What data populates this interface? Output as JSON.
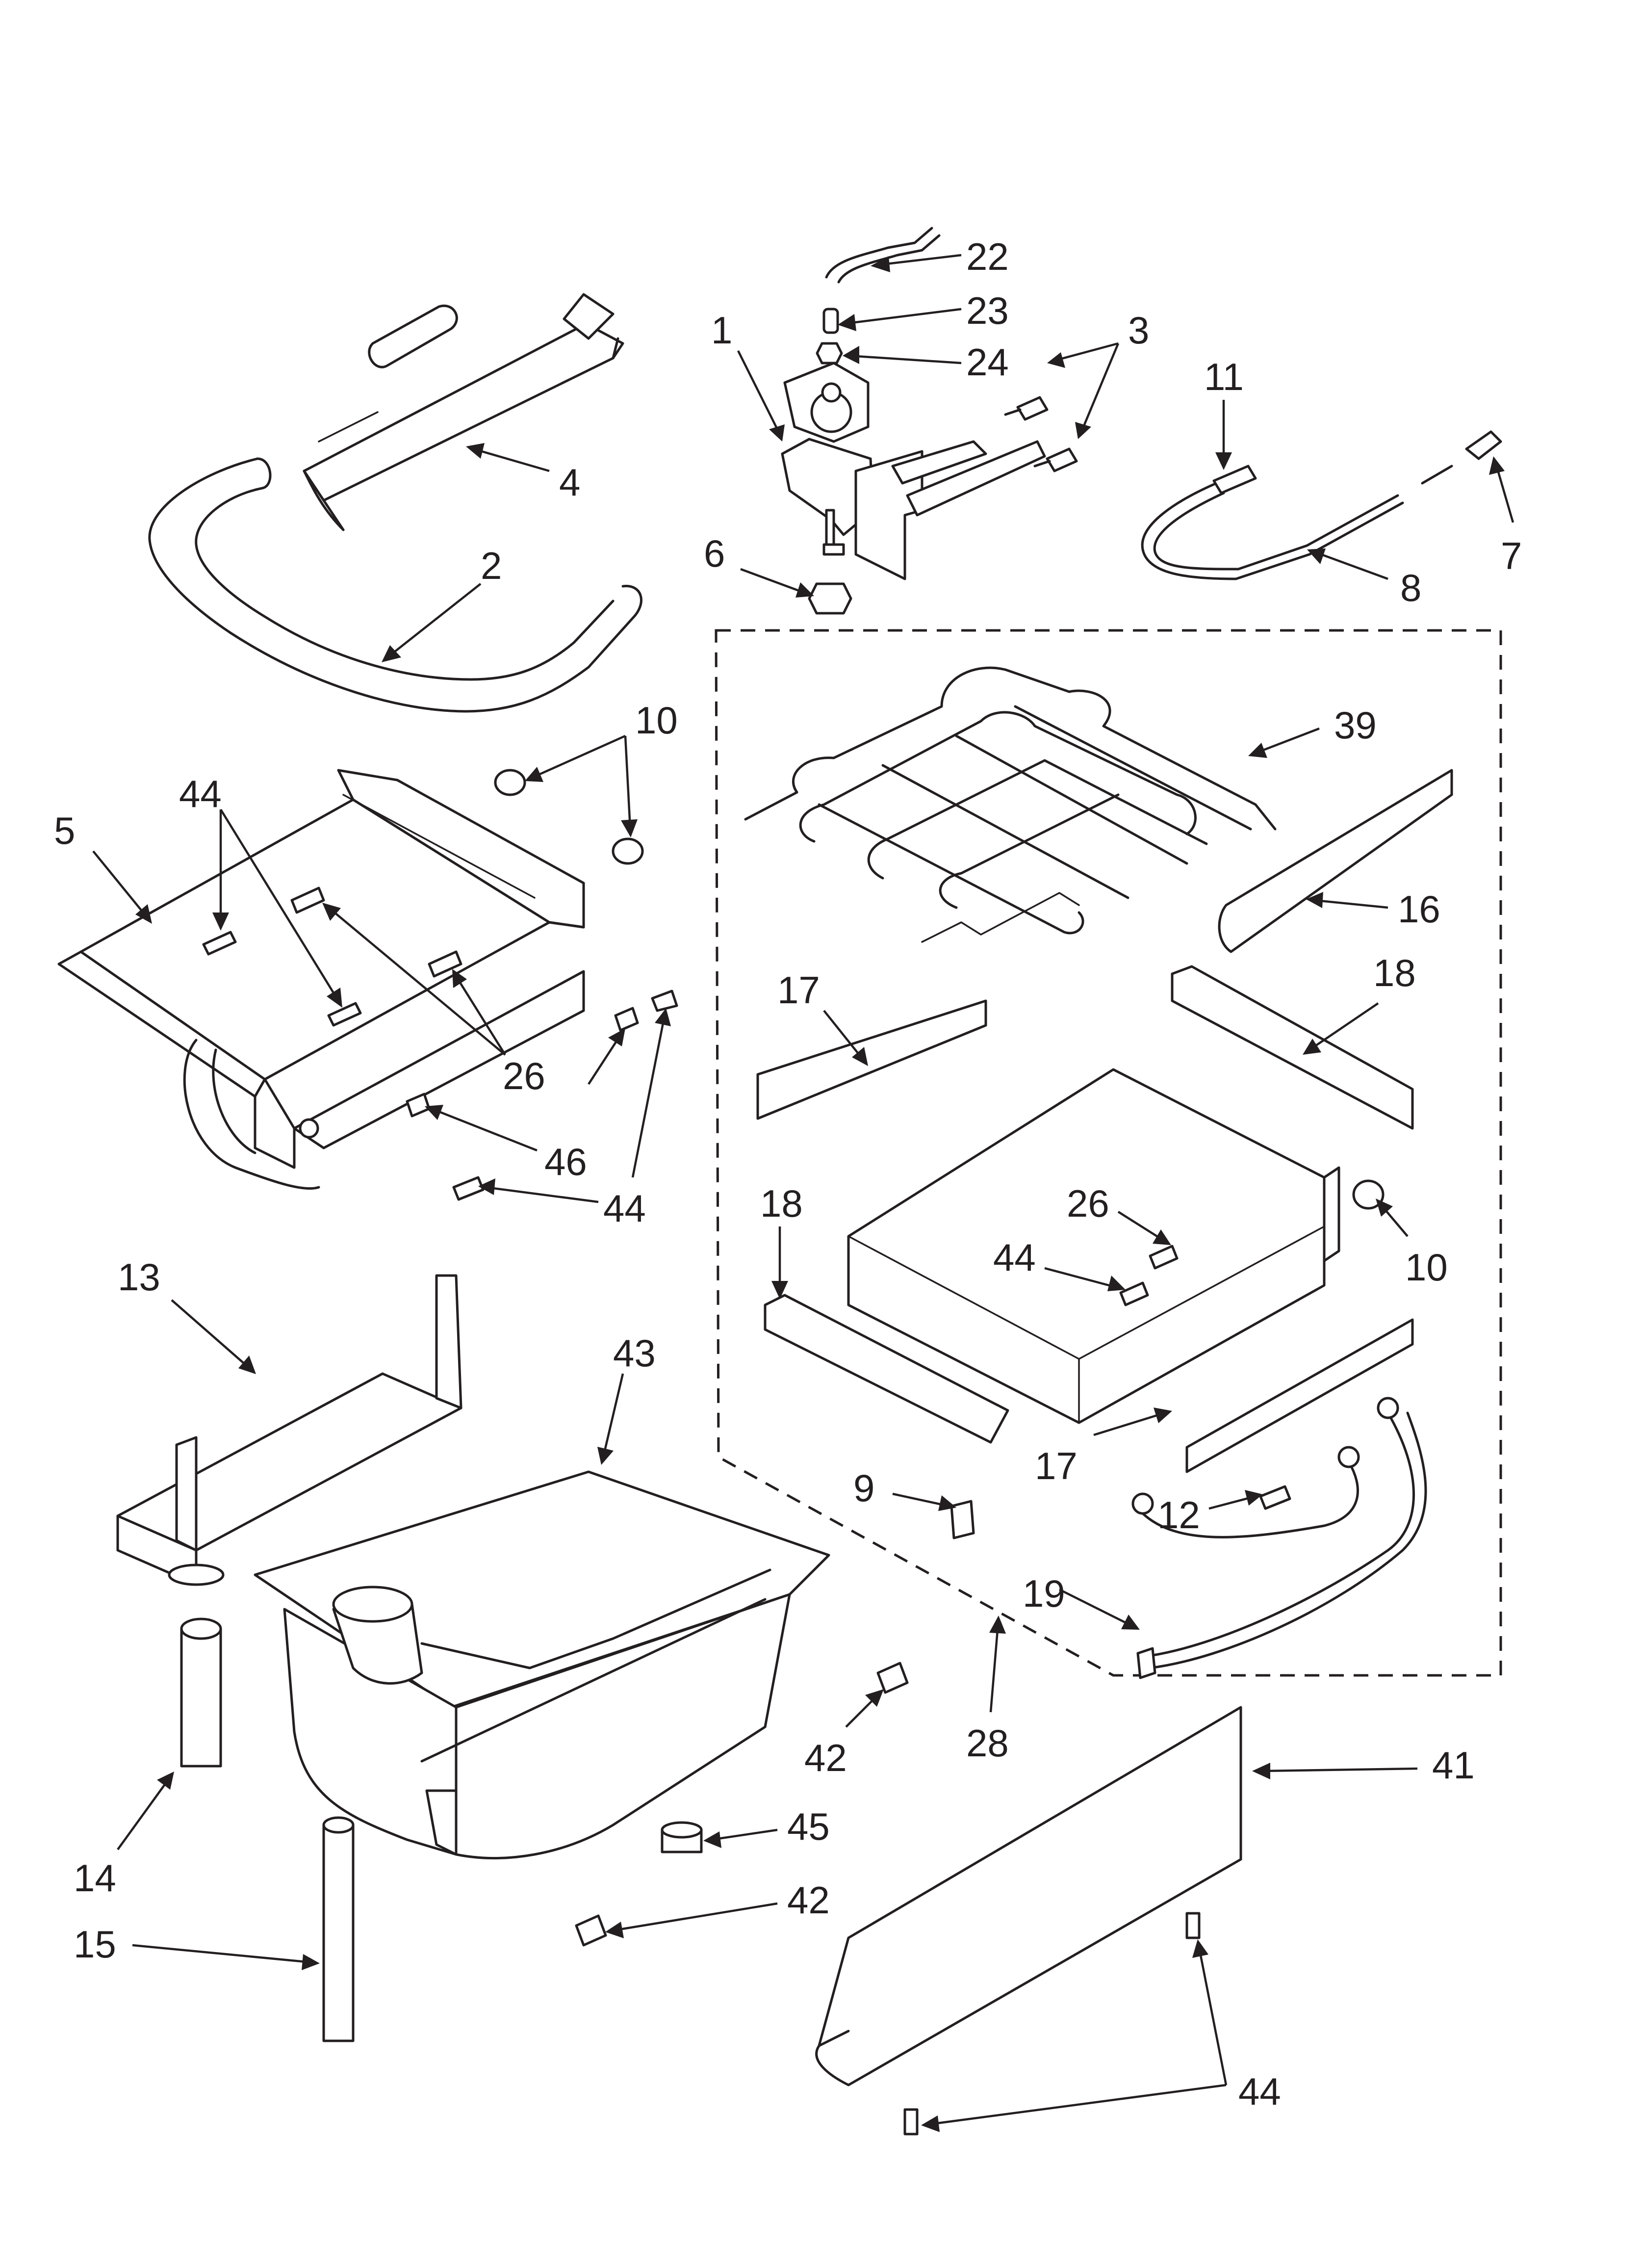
{
  "callouts": [
    {
      "id": "c1",
      "text": "1"
    },
    {
      "id": "c2",
      "text": "2"
    },
    {
      "id": "c3",
      "text": "3"
    },
    {
      "id": "c4",
      "text": "4"
    },
    {
      "id": "c5",
      "text": "5"
    },
    {
      "id": "c6",
      "text": "6"
    },
    {
      "id": "c7",
      "text": "7"
    },
    {
      "id": "c8",
      "text": "8"
    },
    {
      "id": "c9",
      "text": "9"
    },
    {
      "id": "c10a",
      "text": "10"
    },
    {
      "id": "c10b",
      "text": "10"
    },
    {
      "id": "c11",
      "text": "11"
    },
    {
      "id": "c12",
      "text": "12"
    },
    {
      "id": "c13",
      "text": "13"
    },
    {
      "id": "c14",
      "text": "14"
    },
    {
      "id": "c15",
      "text": "15"
    },
    {
      "id": "c16",
      "text": "16"
    },
    {
      "id": "c17a",
      "text": "17"
    },
    {
      "id": "c17b",
      "text": "17"
    },
    {
      "id": "c18a",
      "text": "18"
    },
    {
      "id": "c18b",
      "text": "18"
    },
    {
      "id": "c19",
      "text": "19"
    },
    {
      "id": "c22",
      "text": "22"
    },
    {
      "id": "c23",
      "text": "23"
    },
    {
      "id": "c24",
      "text": "24"
    },
    {
      "id": "c26a",
      "text": "26"
    },
    {
      "id": "c26b",
      "text": "26"
    },
    {
      "id": "c28",
      "text": "28"
    },
    {
      "id": "c39",
      "text": "39"
    },
    {
      "id": "c41",
      "text": "41"
    },
    {
      "id": "c42a",
      "text": "42"
    },
    {
      "id": "c42b",
      "text": "42"
    },
    {
      "id": "c43",
      "text": "43"
    },
    {
      "id": "c44a",
      "text": "44"
    },
    {
      "id": "c44b",
      "text": "44"
    },
    {
      "id": "c44c",
      "text": "44"
    },
    {
      "id": "c44d",
      "text": "44"
    },
    {
      "id": "c45",
      "text": "45"
    },
    {
      "id": "c46",
      "text": "46"
    }
  ]
}
